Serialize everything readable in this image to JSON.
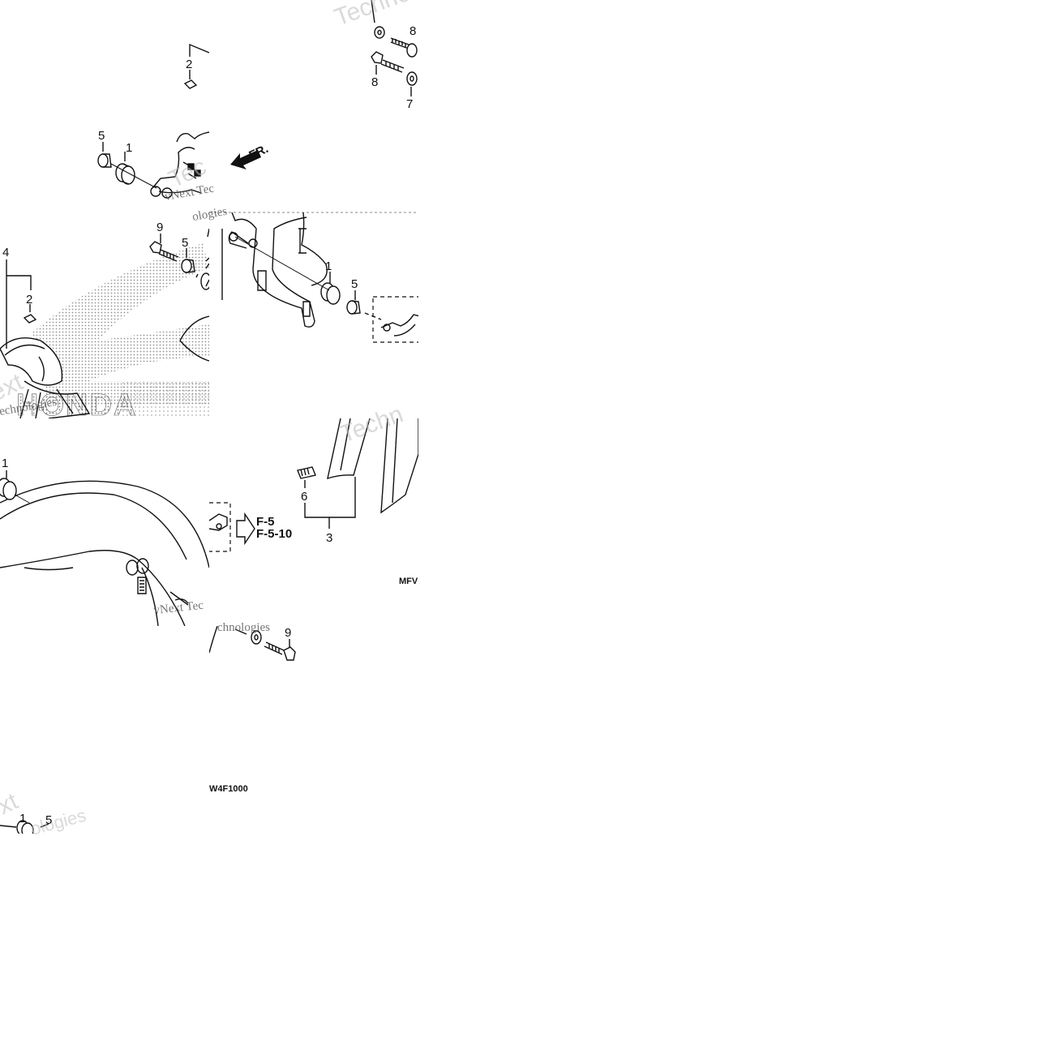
{
  "diagram": {
    "callouts": [
      {
        "id": "c2a",
        "label": "2"
      },
      {
        "id": "c5a",
        "label": "5"
      },
      {
        "id": "c1a",
        "label": "1"
      },
      {
        "id": "c9a",
        "label": "9"
      },
      {
        "id": "c5b",
        "label": "5"
      },
      {
        "id": "c4",
        "label": "4"
      },
      {
        "id": "c2b",
        "label": "2"
      },
      {
        "id": "c8a",
        "label": "8"
      },
      {
        "id": "c8b",
        "label": "8"
      },
      {
        "id": "c7",
        "label": "7"
      },
      {
        "id": "c1b",
        "label": "1"
      },
      {
        "id": "c5c",
        "label": "5"
      },
      {
        "id": "c1c",
        "label": "1"
      },
      {
        "id": "c6",
        "label": "6"
      },
      {
        "id": "c3",
        "label": "3"
      },
      {
        "id": "c9b",
        "label": "9"
      },
      {
        "id": "c1d",
        "label": "1"
      },
      {
        "id": "c5d",
        "label": "5"
      }
    ],
    "direction_label": "FR.",
    "cross_refs": [
      "F-5",
      "F-5-10"
    ],
    "diagram_code_fragments": [
      "MFV",
      "W4F1000"
    ],
    "brand_mark": "HONDA",
    "watermark": {
      "sans_fragments": [
        "Techno",
        "Techn",
        "ext",
        "Tec"
      ],
      "serif_fragments": [
        "vNext Tec",
        "ologies",
        "ologies",
        "echnologies",
        "vNext Tec",
        "chnologies",
        "ologies"
      ]
    },
    "colors": {
      "line": "#111111",
      "watermark": "#bbbbbb",
      "halftone": "#777777"
    }
  }
}
